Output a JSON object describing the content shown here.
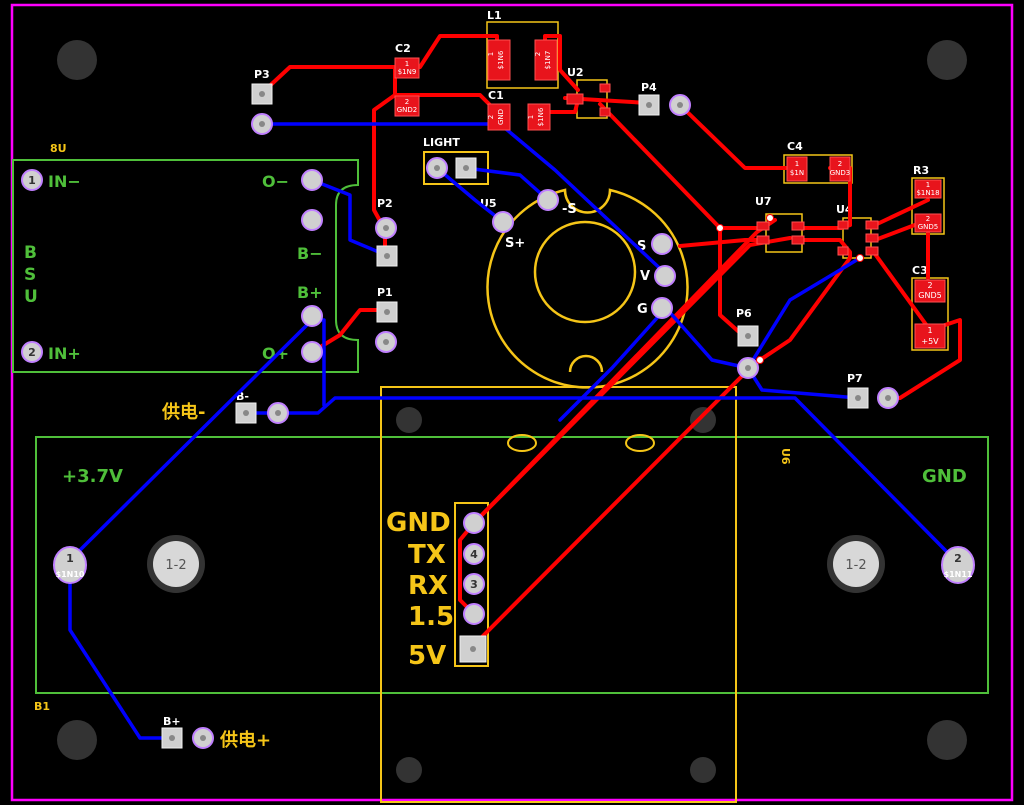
{
  "colors": {
    "background": "#000000",
    "outline": "#ff00ff",
    "top_copper": "#ff0000",
    "bottom_copper": "#0000ff",
    "top_silk": "#f5c518",
    "bottom_silk": "#4fbf3a",
    "pad": "#cfcfcf"
  },
  "labels": {
    "l1": "L1",
    "c2": "C2",
    "c1": "C1",
    "u2": "U2",
    "p3": "P3",
    "p4": "P4",
    "light": "LIGHT",
    "u5": "U5",
    "c4": "C4",
    "u7": "U7",
    "u4": "U4",
    "r3": "R3",
    "c3": "C3",
    "p2": "P2",
    "p1": "P1",
    "p6": "P6",
    "p7": "P7",
    "u8": "8U",
    "b1": "B1",
    "u6": "U6",
    "s_minus": "-S",
    "s_plus": "S+",
    "sig_s": "S",
    "sig_v": "V",
    "sig_g": "G",
    "supply_minus": "供电-",
    "b_minus": "B-",
    "b_plus": "B+",
    "supply_plus": "供电+",
    "bms_in_minus": "IN−",
    "bms_in_plus": "IN+",
    "bms_o_minus": "O−",
    "bms_o_plus": "O+",
    "bms_b_minus": "B−",
    "bms_b_plus": "B+",
    "bms_b": "B",
    "bms_s": "S",
    "bms_u": "U",
    "batt_plus": "+3.7V",
    "batt_gnd": "GND",
    "batt_hole": "1-2",
    "hdr_gnd": "GND",
    "hdr_tx": "TX",
    "hdr_rx": "RX",
    "hdr_15": "1.5",
    "hdr_5v": "5V"
  },
  "pad_nets": {
    "c2_1": "$1N9",
    "c2_2": "GND2",
    "l1_1": "$1N6",
    "l1_2": "$1N7",
    "c1_1": "$1N6",
    "c1_2": "GND",
    "c4_1": "$1N",
    "c4_2": "GND3",
    "r3_1": "$1N18",
    "r3_2": "GND5",
    "c3_1": "+5V",
    "c3_2": "GND5",
    "b1_left": "$1N10",
    "b1_right": "$1N11"
  },
  "pin_numbers": {
    "one": "1",
    "two": "2",
    "three": "3",
    "four": "4"
  }
}
